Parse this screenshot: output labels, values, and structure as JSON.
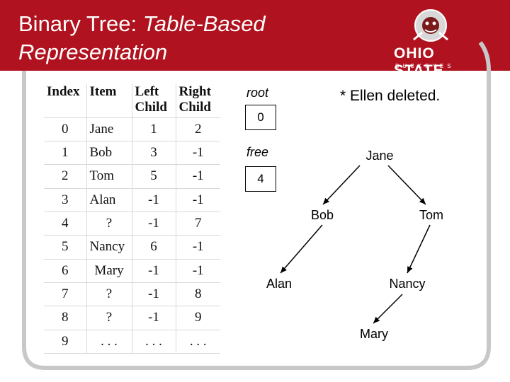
{
  "slide": {
    "title_plain": "Binary Tree: ",
    "title_italic_1": "Table-Based",
    "title_italic_2": "Representation"
  },
  "logo": {
    "main": "OHIO STATE",
    "sub": "BUCKEYES"
  },
  "table": {
    "headers": [
      "Index",
      "Item",
      "Left Child",
      "Right Child"
    ],
    "rows": [
      [
        "0",
        "Jane",
        "1",
        "2"
      ],
      [
        "1",
        "Bob",
        "3",
        "-1"
      ],
      [
        "2",
        "Tom",
        "5",
        "-1"
      ],
      [
        "3",
        "Alan",
        "-1",
        "-1"
      ],
      [
        "4",
        "?",
        "-1",
        "7"
      ],
      [
        "5",
        "Nancy",
        "6",
        "-1"
      ],
      [
        "6",
        "Mary",
        "-1",
        "-1"
      ],
      [
        "7",
        "?",
        "-1",
        "8"
      ],
      [
        "8",
        "?",
        "-1",
        "9"
      ],
      [
        "9",
        ". . .",
        ". . .",
        ". . ."
      ]
    ]
  },
  "pointers": {
    "root_label": "root",
    "root_value": "0",
    "free_label": "free",
    "free_value": "4"
  },
  "note": "* Ellen deleted.",
  "tree": {
    "nodes": [
      "Jane",
      "Bob",
      "Tom",
      "Alan",
      "Nancy",
      "Mary"
    ]
  },
  "colors": {
    "title_bg": "#b0131f",
    "frame": "#c8c8c8"
  }
}
